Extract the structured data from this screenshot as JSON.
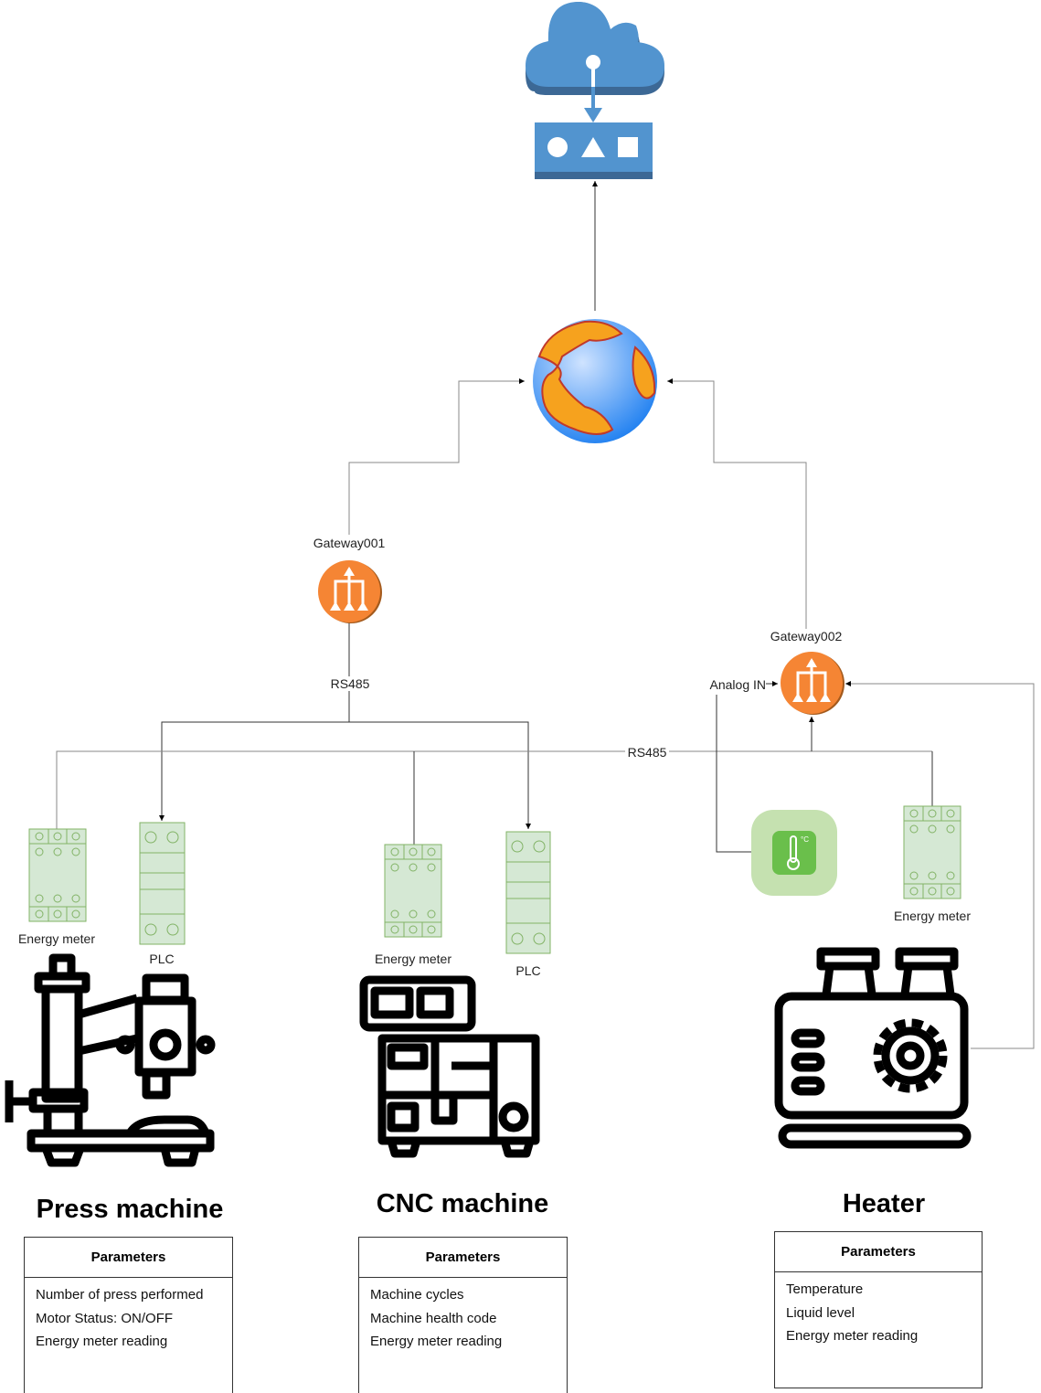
{
  "gateways": [
    {
      "label": "Gateway001"
    },
    {
      "label": "Gateway002"
    }
  ],
  "connections": {
    "rs485_left": "RS485",
    "rs485_bus": "RS485",
    "analog_in": "Analog IN"
  },
  "devices": {
    "energy_meter": "Energy meter",
    "plc": "PLC"
  },
  "machines": [
    {
      "title": "Press machine",
      "params_header": "Parameters",
      "params": [
        "Number of press performed",
        "Motor Status: ON/OFF",
        "Energy meter reading"
      ]
    },
    {
      "title": "CNC machine",
      "params_header": "Parameters",
      "params": [
        "Machine cycles",
        "Machine health code",
        "Energy meter reading"
      ]
    },
    {
      "title": "Heater",
      "params_header": "Parameters",
      "params": [
        "Temperature",
        "Liquid level",
        "Energy meter reading"
      ]
    }
  ],
  "colors": {
    "cloud": "#5294cf",
    "gateway": "#f58534",
    "meter": "#d5e8d4",
    "sensor": "#6abf4b"
  }
}
